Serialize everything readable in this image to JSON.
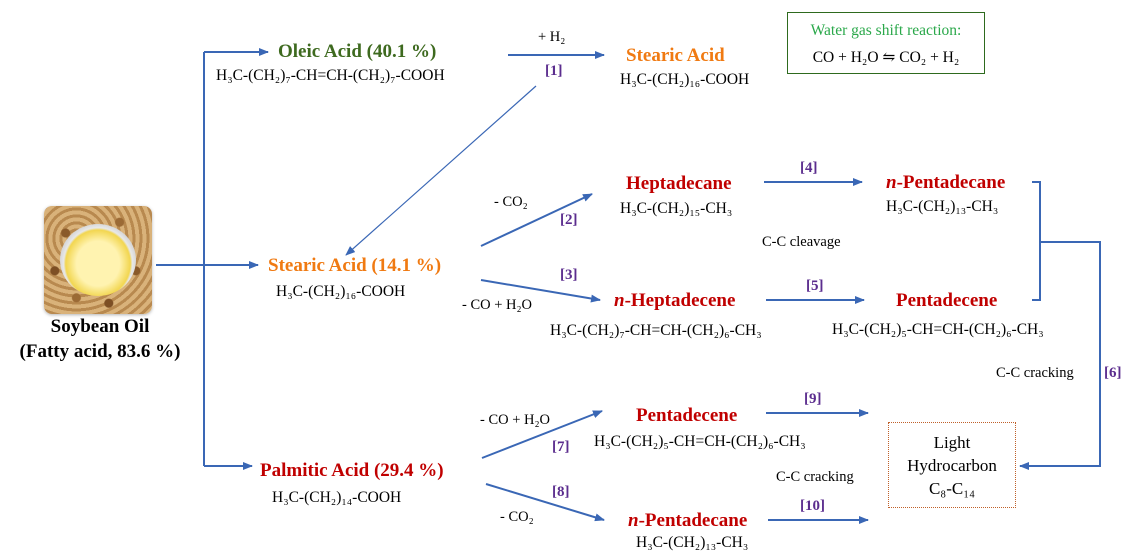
{
  "feed": {
    "name": "Soybean Oil",
    "composition": "(Fatty acid, 83.6 %)",
    "icon": "soybean-oil-bowl-icon"
  },
  "colors": {
    "arrow": "#3a67b5",
    "oleic": "#3e6a1f",
    "stearic": "#f07a12",
    "product": "#c00000",
    "step": "#5b2d8e",
    "wgs_border": "#2e6a1e",
    "wgs_title": "#2aa84a",
    "light_border": "#c0602a"
  },
  "oleic": {
    "name": "Oleic Acid (40.1 %)",
    "formula": "H₃C-(CH₂)₇-CH=CH-(CH₂)₇-COOH"
  },
  "stearic_product": {
    "name": "Stearic Acid",
    "formula": "H₃C-(CH₂)₁₆-COOH"
  },
  "stearic": {
    "name": "Stearic Acid (14.1 %)",
    "formula": "H₃C-(CH₂)₁₆-COOH"
  },
  "palmitic": {
    "name": "Palmitic Acid (29.4 %)",
    "formula": "H₃C-(CH₂)₁₄-COOH"
  },
  "heptadecane": {
    "name": "Heptadecane",
    "formula": "H₃C-(CH₂)₁₅-CH₃"
  },
  "n_heptadecene": {
    "prefix": "n",
    "name": "-Heptadecene",
    "formula": "H₃C-(CH₂)₇-CH=CH-(CH₂)₆-CH₃"
  },
  "n_pentadecane_top": {
    "prefix": "n",
    "name": "-Pentadecane",
    "formula": "H₃C-(CH₂)₁₃-CH₃"
  },
  "pentadecene_top": {
    "name": "Pentadecene",
    "formula": "H₃C-(CH₂)₅-CH=CH-(CH₂)₆-CH₃"
  },
  "pentadecene_bottom": {
    "name": "Pentadecene",
    "formula": "H₃C-(CH₂)₅-CH=CH-(CH₂)₆-CH₃"
  },
  "n_pentadecane_bottom": {
    "prefix": "n",
    "name": "-Pentadecane",
    "formula": "H₃C-(CH₂)₁₃-CH₃"
  },
  "conditions": {
    "h2": "+ H₂",
    "co2_top": "- CO₂",
    "co_h2o_top": "- CO + H₂O",
    "co_h2o_bottom": "- CO + H₂O",
    "co2_bottom": "- CO₂"
  },
  "steps": [
    "[1]",
    "[2]",
    "[3]",
    "[4]",
    "[5]",
    "[6]",
    "[7]",
    "[8]",
    "[9]",
    "[10]"
  ],
  "notes": {
    "cc_cleavage": "C-C cleavage",
    "cc_cracking_right": "C-C cracking",
    "cc_cracking_bottom": "C-C cracking"
  },
  "water_gas_shift": {
    "title": "Water gas shift reaction:",
    "equation": "CO + H₂O ⇋ CO₂ + H₂"
  },
  "light_hydrocarbon": {
    "line1": "Light",
    "line2": "Hydrocarbon",
    "line3": "C₈-C₁₄"
  }
}
